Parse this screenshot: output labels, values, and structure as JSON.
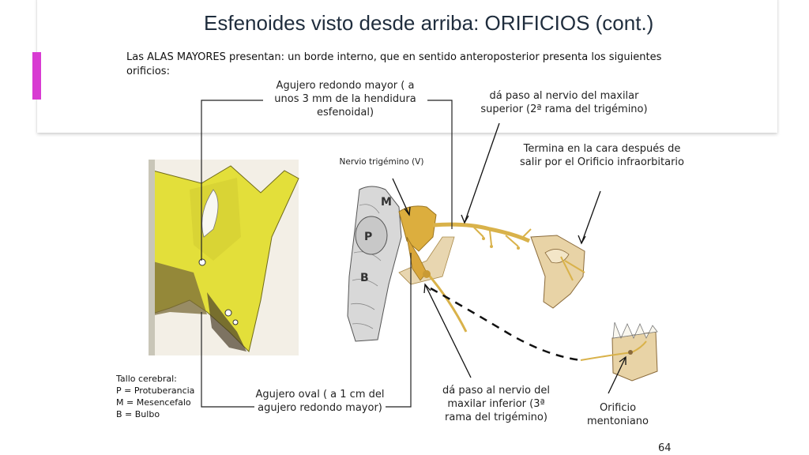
{
  "slide": {
    "title": "Esfenoides visto desde arriba: ORIFICIOS (cont.)",
    "intro": "Las ALAS MAYORES presentan: un borde interno, que en sentido anteroposterior presenta los siguientes orificios:",
    "page_number": "64"
  },
  "labels": {
    "agujero_redondo": "Agujero redondo mayor ( a unos 3 mm de la hendidura esfenoidal)",
    "maxilar_superior": "dá paso al nervio del maxilar superior (2ª rama del trigémino)",
    "nervio_trigemino": "Nervio trigémino (V)",
    "termina_cara": "Termina en la cara después de salir por el Orificio infraorbitario",
    "agujero_oval": "Agujero oval ( a 1 cm del agujero redondo mayor)",
    "maxilar_inferior": "dá paso al nervio del maxilar inferior (3ª rama del trigémino)",
    "orificio_mentoniano": "Orificio mentoniano"
  },
  "brainstem_letters": {
    "m": "M",
    "p": "P",
    "b": "B"
  },
  "legend": {
    "heading": "Tallo cerebral:",
    "items": [
      "P = Protuberancia",
      "M = Mesencefalo",
      "B = Bulbo"
    ]
  },
  "colors": {
    "accent": "#d83bd2",
    "bone_yellow": "#e3df3a",
    "nerve": "#d9b24a"
  }
}
